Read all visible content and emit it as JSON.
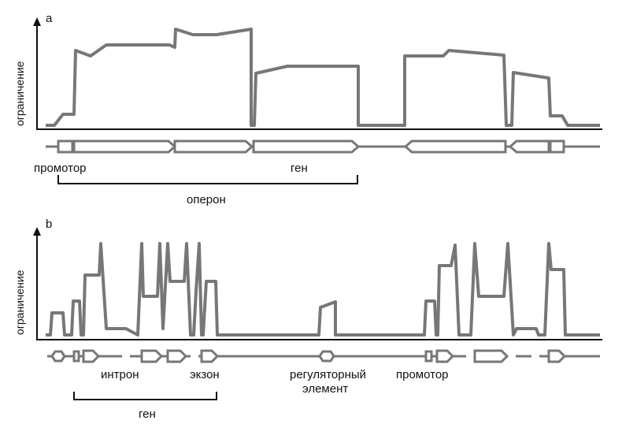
{
  "colors": {
    "profile": "#777777",
    "axis": "#111111",
    "box": "#ffffff"
  },
  "panel_a": {
    "letter": "a",
    "y_axis_label": "ограничение",
    "labels": {
      "promoter": "промотор",
      "gene": "ген",
      "operon": "оперон"
    }
  },
  "panel_b": {
    "letter": "b",
    "y_axis_label": "ограничение",
    "labels": {
      "intron": "интрон",
      "exon": "экзон",
      "regulatory_line1": "регуляторный",
      "regulatory_line2": "элемент",
      "promoter": "промотор",
      "gene": "ген"
    }
  }
}
